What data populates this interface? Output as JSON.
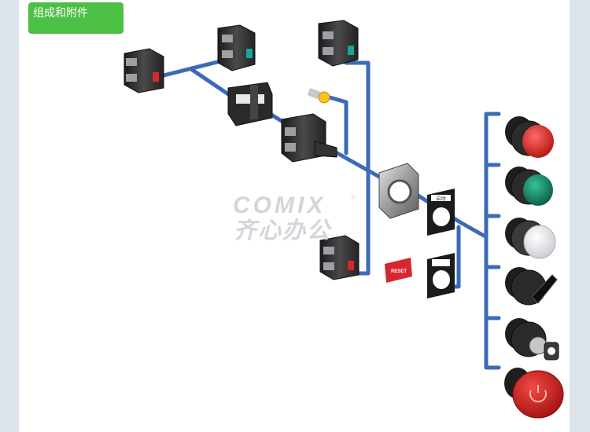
{
  "header": {
    "title": "组成和附件"
  },
  "colors": {
    "accent_green": "#4cbf45",
    "connector_blue": "#3b6bb8",
    "button_red": "#e0302c",
    "button_green": "#148a6a",
    "reset_red": "#d6262e",
    "watermark": "#c9cdd3"
  },
  "legend_plates": {
    "chinese_plate": "启动",
    "reset_label": "RESET"
  },
  "watermark": {
    "brand": "COMIX",
    "registered_mark": "®",
    "chinese": "齐心办公"
  },
  "components": {
    "contact_blocks": [
      "contact-block-red",
      "contact-block-teal-top",
      "contact-block-teal-right",
      "contact-block-red-bottom"
    ],
    "accessories": [
      "mounting-bracket",
      "light-module",
      "led-bulb",
      "mounting-collar"
    ],
    "operators": [
      "red-flush-button",
      "green-flush-button",
      "white-illuminated-button",
      "selector-switch",
      "key-switch",
      "emergency-stop-mushroom"
    ]
  }
}
